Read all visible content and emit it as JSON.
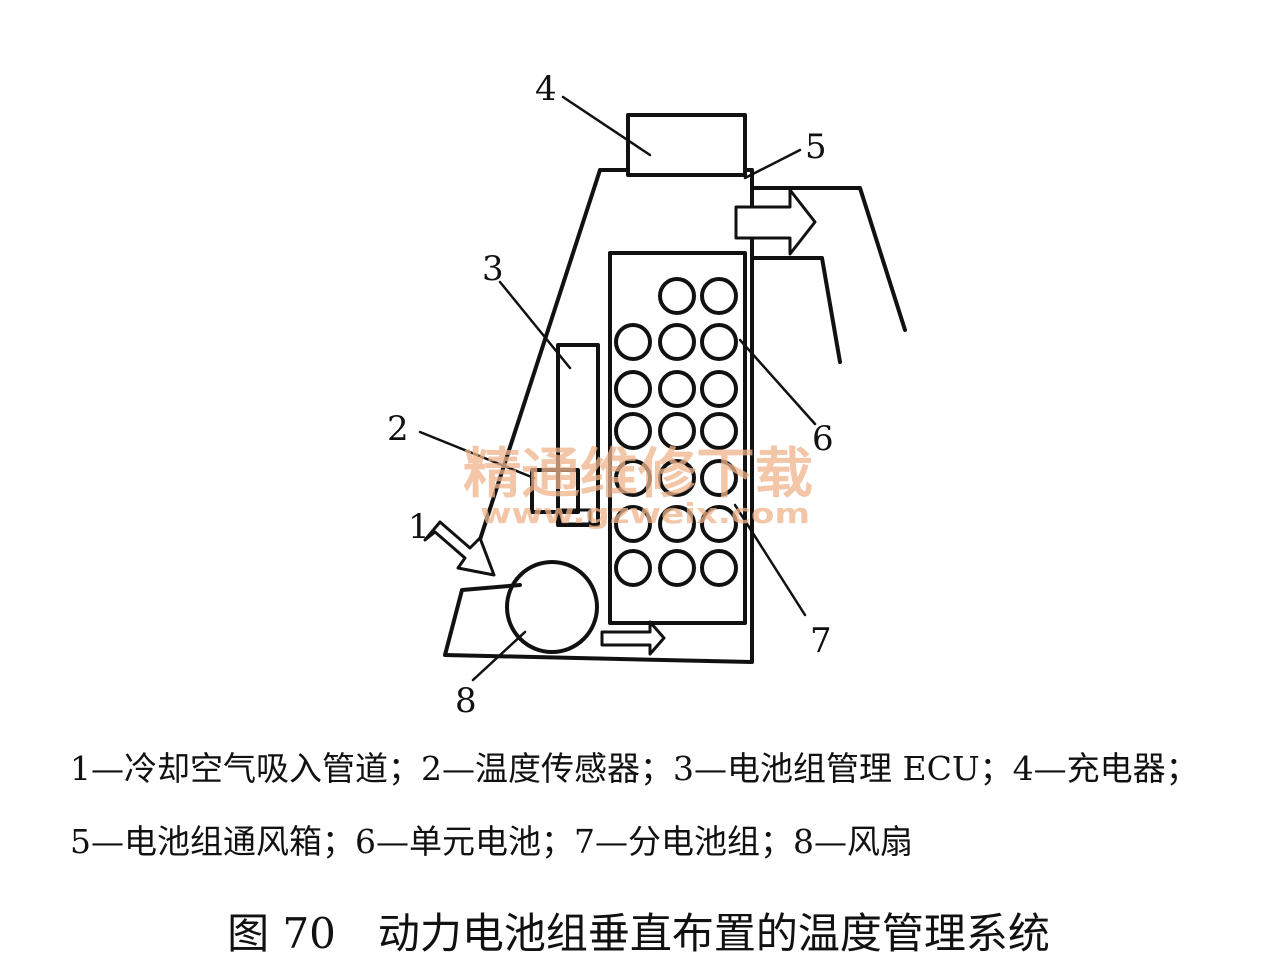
{
  "labels": {
    "l1": "1",
    "l2": "2",
    "l3": "3",
    "l4": "4",
    "l5": "5",
    "l6": "6",
    "l7": "7",
    "l8": "8"
  },
  "watermark": {
    "cn": "精通维修下载",
    "url": "www.gzweix.com"
  },
  "legend": {
    "line1": "1—冷却空气吸入管道；2—温度传感器；3—电池组管理 ECU；4—充电器；",
    "line2": "5—电池组通风箱；6—单元电池；7—分电池组；8—风扇"
  },
  "figure_title": "图 70　动力电池组垂直布置的温度管理系统",
  "colors": {
    "ink": "#111111",
    "watermark": "#f0b48c"
  }
}
